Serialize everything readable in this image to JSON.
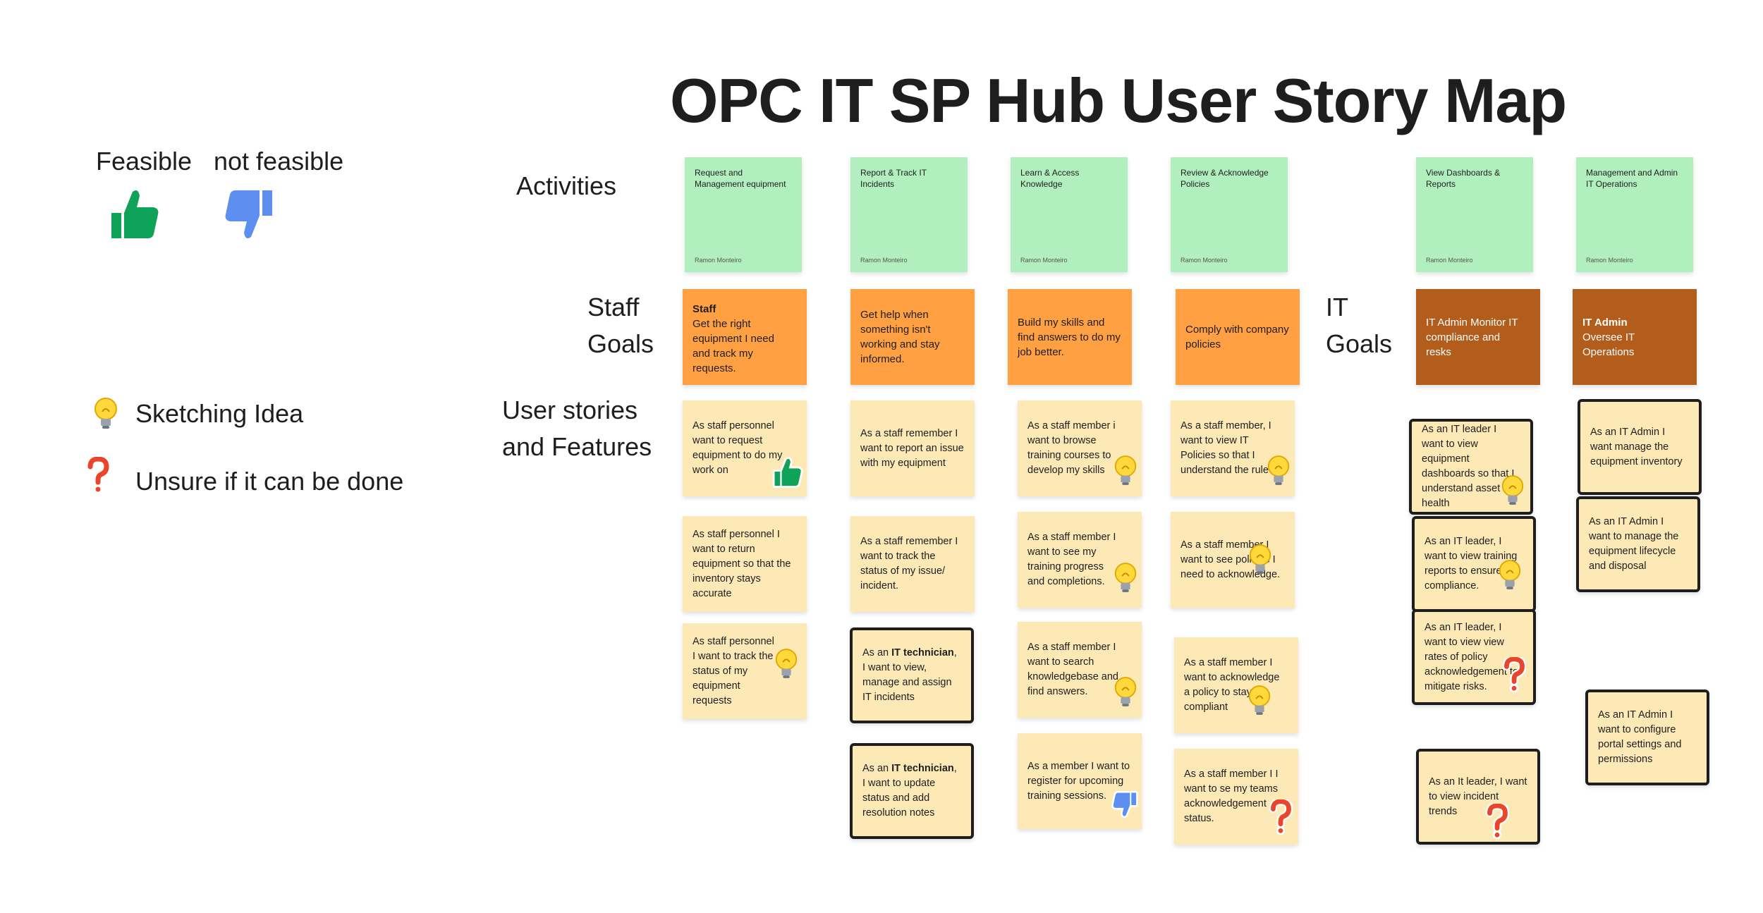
{
  "title": "OPC IT SP Hub User Story Map",
  "legend": {
    "feasible": "Feasible",
    "not_feasible": "not feasible",
    "sketching": "Sketching Idea",
    "unsure": "Unsure if it can be done"
  },
  "row_labels": {
    "activities": "Activities",
    "staff_goals_1": "Staff",
    "staff_goals_2": "Goals",
    "it_goals_1": "IT",
    "it_goals_2": "Goals",
    "stories_1": "User stories",
    "stories_2": "and Features"
  },
  "activities": [
    {
      "text": "Request and Management equipment",
      "author": "Ramon Monteiro"
    },
    {
      "text": "Report & Track IT Incidents",
      "author": "Ramon Monteiro"
    },
    {
      "text": "Learn & Access Knowledge",
      "author": "Ramon Monteiro"
    },
    {
      "text": "Review & Acknowledge Policies",
      "author": "Ramon Monteiro"
    },
    {
      "text": "View Dashboards & Reports",
      "author": "Ramon Monteiro"
    },
    {
      "text": "Management and Admin IT Operations",
      "author": "Ramon Monteiro"
    }
  ],
  "goals": [
    {
      "title": "Staff",
      "text": "Get the right equipment I need and track my requests."
    },
    {
      "title": "",
      "text": "Get help when something isn't working and stay informed."
    },
    {
      "title": "",
      "text": "Build my skills and find answers to do my job better."
    },
    {
      "title": "",
      "text": "Comply with company policies"
    },
    {
      "title": "",
      "text": "IT Admin Monitor IT compliance and resks"
    },
    {
      "title": "IT Admin",
      "text": "Oversee IT Operations"
    }
  ],
  "stories": {
    "c1": [
      {
        "text": "As staff personnel want to request equipment to do my work on",
        "badge": "thumbs-up"
      },
      {
        "text": "As staff personnel I want to return equipment so that the inventory stays accurate",
        "badge": ""
      },
      {
        "text": "As staff personnel I want to track the status of my equipment requests",
        "badge": "bulb"
      }
    ],
    "c2": [
      {
        "text": "As a staff remember I want to report an issue with my equipment",
        "badge": ""
      },
      {
        "text": "As a staff remember I want to track the status of my issue/ incident.",
        "badge": ""
      },
      {
        "pre": "As an ",
        "bold": "IT technician",
        "post": ", I want to view, manage and assign IT incidents",
        "badge": ""
      },
      {
        "pre": "As an ",
        "bold": "IT technician",
        "post": ", I want to update status and add resolution notes",
        "badge": ""
      }
    ],
    "c3": [
      {
        "text": "As a staff member i want to browse training courses to develop my  skills",
        "badge": "bulb"
      },
      {
        "text": "As a staff member I want to see my training progress and completions.",
        "badge": "bulb"
      },
      {
        "text": "As a staff member I want to search knowledgebase and find answers.",
        "badge": "bulb"
      },
      {
        "text": "As a member I want to register for upcoming training sessions.",
        "badge": "thumbs-down"
      }
    ],
    "c4": [
      {
        "text": "As a staff member, I want to view IT Policies so that I understand the rule",
        "badge": "bulb"
      },
      {
        "text": "As a staff member I want to see policies I need to acknowledge.",
        "badge": "bulb"
      },
      {
        "text": "As a staff member I want to acknowledge a policy to stay compliant",
        "badge": "bulb"
      },
      {
        "text": "As a staff member I I want to se my teams acknowledgement status.",
        "badge": "question"
      }
    ],
    "c5": [
      {
        "text": "As an IT leader I want to view equipment dashboards so that I understand asset health",
        "badge": "bulb"
      },
      {
        "text": "As an IT leader, I want to view training reports to ensure compliance.",
        "badge": "bulb"
      },
      {
        "text": "As an IT leader, I want to view view rates of policy acknowledgement to mitigate risks.",
        "badge": "question"
      },
      {
        "text": "As an It leader, I want to view incident trends",
        "badge": "question"
      }
    ],
    "c6": [
      {
        "text": "As an IT Admin  I want manage the equipment inventory",
        "badge": ""
      },
      {
        "text": "As an IT Admin  I want to manage the equipment lifecycle and disposal",
        "badge": ""
      },
      {
        "text": "As an IT Admin  I want to configure portal settings and permissions",
        "badge": ""
      }
    ]
  },
  "colors": {
    "activity": "#b2efbe",
    "staff_goal": "#ffa042",
    "it_goal": "#b35d1c",
    "story": "#fde9b6"
  }
}
